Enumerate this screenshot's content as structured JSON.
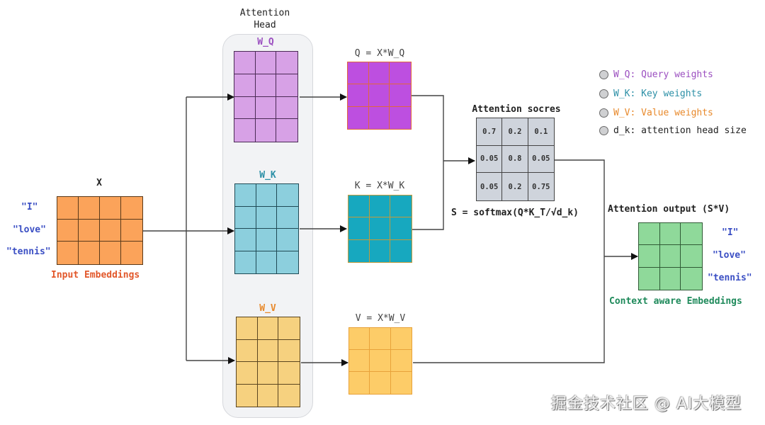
{
  "title": {
    "attention_head_line1": "Attention",
    "attention_head_line2": "Head"
  },
  "input": {
    "matrix_label": "X",
    "caption": "Input Embeddings",
    "tokens": [
      "\"I\"",
      "\"love\"",
      "\"tennis\""
    ],
    "rows": 3,
    "cols": 4,
    "fill": "#fba35a",
    "border": "#5a3a1a",
    "caption_color": "#e2582b"
  },
  "weights": [
    {
      "id": "wq",
      "label": "W_Q",
      "label_color": "#9b4fc0",
      "fill": "#d7a1e6",
      "border": "#4a2a55",
      "rows": 4,
      "cols": 3
    },
    {
      "id": "wk",
      "label": "W_K",
      "label_color": "#2b8fa6",
      "fill": "#8ccfdd",
      "border": "#1f4a55",
      "rows": 4,
      "cols": 3
    },
    {
      "id": "wv",
      "label": "W_V",
      "label_color": "#e8892b",
      "fill": "#f6d17f",
      "border": "#5a4520",
      "rows": 4,
      "cols": 3
    }
  ],
  "projections": [
    {
      "id": "q",
      "label": "Q = X*W_Q",
      "fill": "#bd4fe0",
      "border": "#e0663e",
      "rows": 3,
      "cols": 3
    },
    {
      "id": "k",
      "label": "K = X*W_K",
      "fill": "#17a8bf",
      "border": "#c49a3a",
      "rows": 3,
      "cols": 3
    },
    {
      "id": "v",
      "label": "V = X*W_V",
      "fill": "#fdcc68",
      "border": "#e8a23a",
      "rows": 3,
      "cols": 3
    }
  ],
  "scores": {
    "title": "Attention socres",
    "formula": "S = softmax(Q*K_T/√d_k)",
    "values": [
      [
        "0.7",
        "0.2",
        "0.1"
      ],
      [
        "0.05",
        "0.8",
        "0.05"
      ],
      [
        "0.05",
        "0.2",
        "0.75"
      ]
    ],
    "fill": "#cfd4dc",
    "border": "#444444"
  },
  "output": {
    "title": "Attention output (S*V)",
    "caption": "Context aware Embeddings",
    "tokens": [
      "\"I\"",
      "\"love\"",
      "\"tennis\""
    ],
    "rows": 3,
    "cols": 3,
    "fill": "#8fd99a",
    "border": "#2f5a35",
    "caption_color": "#1f8a5b"
  },
  "legend": [
    {
      "text": "W_Q: Query weights",
      "color": "#9b4fc0"
    },
    {
      "text": "W_K: Key weights",
      "color": "#2b8fa6"
    },
    {
      "text": "W_V: Value weights",
      "color": "#e8892b"
    },
    {
      "text": "d_k: attention head size",
      "color": "#222222"
    }
  ],
  "watermark": "掘金技术社区 @ AI大模型"
}
